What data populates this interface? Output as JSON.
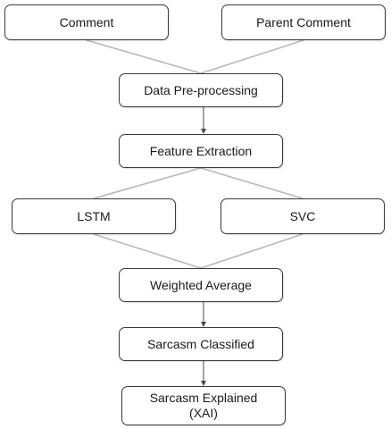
{
  "nodes": {
    "comment": "Comment",
    "parent_comment": "Parent Comment",
    "preprocessing": "Data Pre-processing",
    "feature_extraction": "Feature Extraction",
    "lstm": "LSTM",
    "svc": "SVC",
    "weighted_average": "Weighted Average",
    "sarcasm_classified": "Sarcasm Classified",
    "sarcasm_explained": "Sarcasm Explained\n(XAI)"
  },
  "colors": {
    "merge_line": "#b8b8b8",
    "arrow": "#4a4a4a",
    "border": "#3a3a3a"
  }
}
